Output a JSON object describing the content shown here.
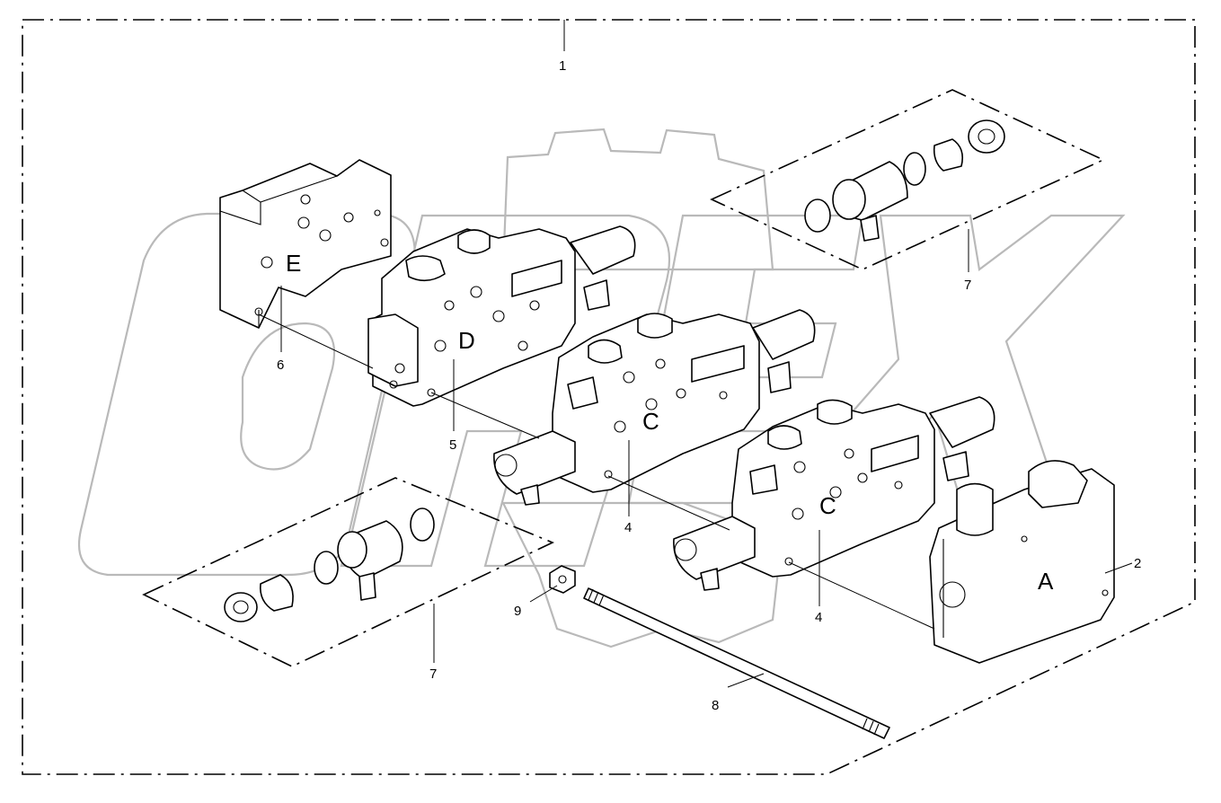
{
  "logo": {
    "watermark_text": "OREX",
    "alt": "OREX watermark"
  },
  "callouts": {
    "c1": "1",
    "c2": "2",
    "c4a": "4",
    "c4b": "4",
    "c5": "5",
    "c6": "6",
    "c7a": "7",
    "c7b": "7",
    "c8": "8",
    "c9": "9"
  },
  "section_letters": {
    "e": "E",
    "d": "D",
    "c1": "C",
    "c2": "C",
    "a": "A"
  }
}
